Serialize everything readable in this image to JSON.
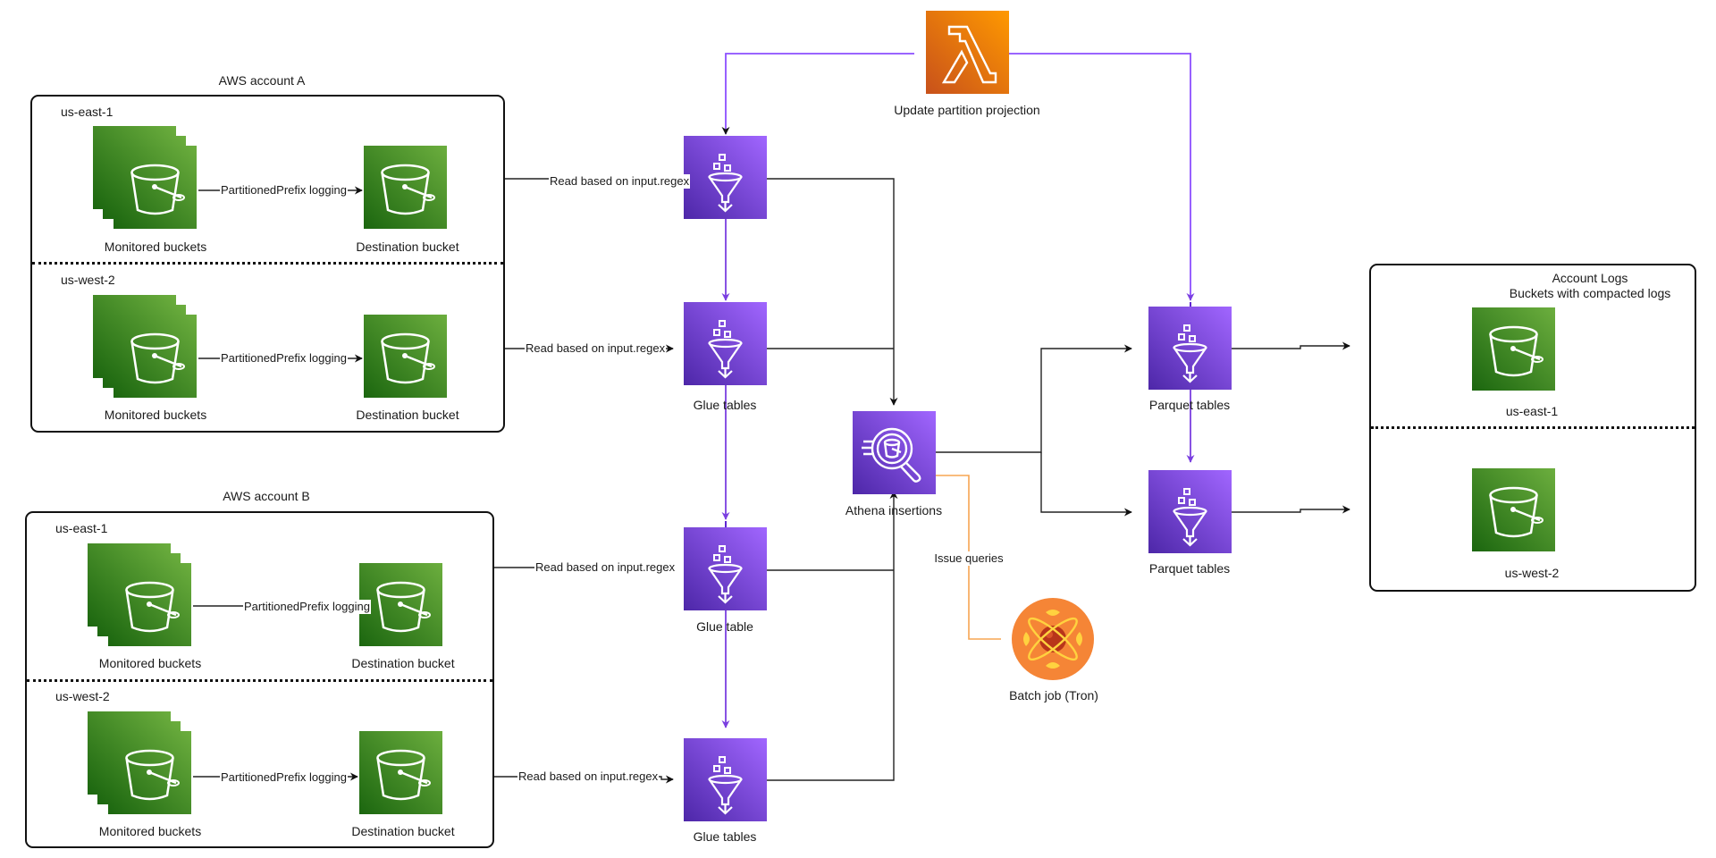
{
  "colors": {
    "s3_dark": "#1b660f",
    "s3_light": "#6cae3e",
    "glue_dark": "#4d27a8",
    "glue_light": "#a166ff",
    "lambda_dark": "#c8511b",
    "lambda_light": "#ff9900",
    "tron": "#f58536",
    "purple_line": "#8c4fff",
    "orange_line": "#f7a552",
    "black_line": "#222222"
  },
  "account_a": {
    "title": "AWS account A",
    "regions": [
      {
        "name": "us-east-1",
        "source_label": "Monitored buckets",
        "dest_label": "Destination bucket",
        "edge_label": "PartitionedPrefix logging",
        "read_label": "Read based on input.regex"
      },
      {
        "name": "us-west-2",
        "source_label": "Monitored buckets",
        "dest_label": "Destination bucket",
        "edge_label": "PartitionedPrefix logging",
        "read_label": "Read based on input.regex"
      }
    ]
  },
  "account_b": {
    "title": "AWS account B",
    "regions": [
      {
        "name": "us-east-1",
        "source_label": "Monitored buckets",
        "dest_label": "Destination bucket",
        "edge_label": "PartitionedPrefix logging",
        "read_label": "Read based on input.regex"
      },
      {
        "name": "us-west-2",
        "source_label": "Monitored buckets",
        "dest_label": "Destination bucket",
        "edge_label": "PartitionedPrefix logging",
        "read_label": "Read based on input.regex"
      }
    ]
  },
  "glue": {
    "nodes": [
      {
        "label": ""
      },
      {
        "label": "Glue tables"
      },
      {
        "label": "Glue table"
      },
      {
        "label": "Glue tables"
      }
    ]
  },
  "lambda": {
    "label": "Update partition projection",
    "icon": "lambda-icon"
  },
  "athena": {
    "label": "Athena insertions",
    "icon": "athena-icon"
  },
  "tron": {
    "label": "Batch job (Tron)",
    "edge_label": "Issue queries",
    "icon": "tron-icon"
  },
  "parquet": {
    "nodes": [
      {
        "label": "Parquet tables"
      },
      {
        "label": "Parquet tables"
      }
    ]
  },
  "account_logs": {
    "title": "Account Logs",
    "subtitle": "Buckets with compacted logs",
    "buckets": [
      {
        "label": "us-east-1"
      },
      {
        "label": "us-west-2"
      }
    ]
  }
}
